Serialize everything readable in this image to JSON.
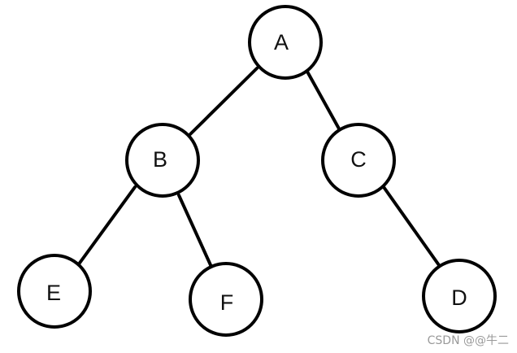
{
  "tree": {
    "nodes": [
      {
        "id": "A",
        "label": "A"
      },
      {
        "id": "B",
        "label": "B"
      },
      {
        "id": "C",
        "label": "C"
      },
      {
        "id": "E",
        "label": "E"
      },
      {
        "id": "F",
        "label": "F"
      },
      {
        "id": "D",
        "label": "D"
      }
    ],
    "edges": [
      {
        "from": "A",
        "to": "B"
      },
      {
        "from": "A",
        "to": "C"
      },
      {
        "from": "B",
        "to": "E"
      },
      {
        "from": "B",
        "to": "F"
      },
      {
        "from": "C",
        "to": "D"
      }
    ]
  },
  "watermark": "CSDN @@牛二"
}
